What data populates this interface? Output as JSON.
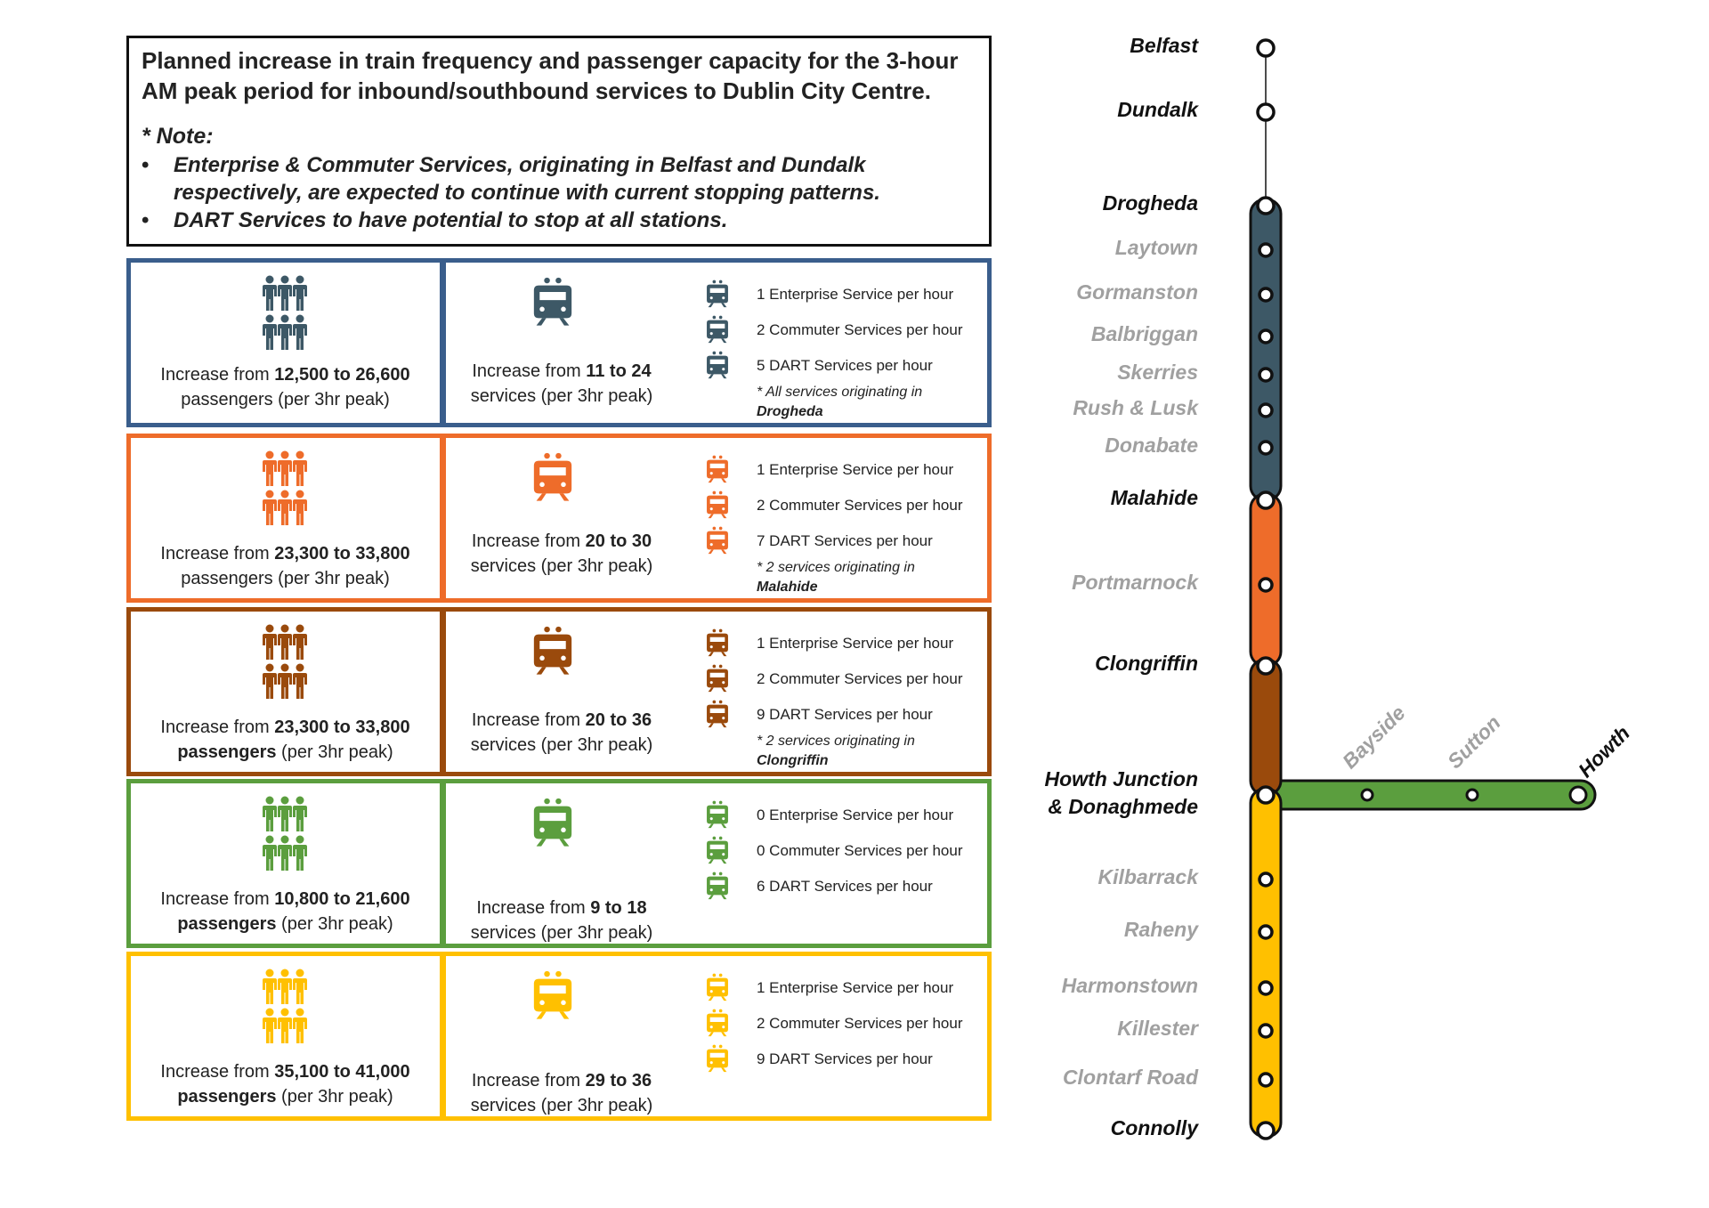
{
  "title": "Planned increase in train frequency and passenger capacity for the 3-hour AM peak period for inbound/southbound services to Dublin City Centre.",
  "note": {
    "label": "* Note:",
    "bullets": [
      "Enterprise & Commuter Services, originating in Belfast and Dundalk respectively, are expected to continue with current stopping patterns.",
      "DART Services to have potential to stop at all stations."
    ]
  },
  "colors": {
    "slate": "#3d5866",
    "blue_border": "#3a5e8c",
    "orange": "#ee6c2a",
    "brown": "#9a4a0c",
    "green": "#5b9e3e",
    "yellow": "#ffc000",
    "grey_label": "#a0a0a0"
  },
  "icons": {
    "people": "people-group-icon",
    "train": "train-icon"
  },
  "sections": [
    {
      "name": "drogheda-malahide",
      "passengers": {
        "prefix": "Increase from ",
        "from": "12,500",
        "to_word": " to ",
        "to": "26,600",
        "suffix": "passengers (per 3hr peak)"
      },
      "services": {
        "prefix": "Increase from ",
        "from": "11",
        "to_word": " to ",
        "to": "24",
        "suffix": "services (per 3hr peak)"
      },
      "lines": [
        "1 Enterprise Service per hour",
        "2 Commuter Services per hour",
        "5 DART Services per hour"
      ],
      "note_text": "* All services originating in",
      "note_place": "Drogheda"
    },
    {
      "name": "malahide-clongriffin",
      "passengers": {
        "prefix": "Increase from ",
        "from": "23,300",
        "to_word": " to ",
        "to": "33,800",
        "suffix": "passengers (per 3hr peak)"
      },
      "services": {
        "prefix": "Increase from ",
        "from": "20",
        "to_word": " to ",
        "to": "30",
        "suffix": "services (per 3hr peak)"
      },
      "lines": [
        "1 Enterprise Service per hour",
        "2 Commuter Services per hour",
        "7 DART Services per hour"
      ],
      "note_text": "* 2 services originating in",
      "note_place": "Malahide"
    },
    {
      "name": "clongriffin-howth-junction",
      "passengers": {
        "prefix": "Increase from ",
        "from": "23,300",
        "to_word": " to ",
        "to": "33,800",
        "suffix_bold": "passengers",
        "suffix": " (per 3hr peak)"
      },
      "services": {
        "prefix": "Increase from ",
        "from": "20",
        "to_word": " to ",
        "to": "36",
        "suffix": "services (per 3hr peak)"
      },
      "lines": [
        "1 Enterprise Service per hour",
        "2 Commuter Services per hour",
        "9 DART Services per hour"
      ],
      "note_text": "* 2 services  originating in",
      "note_place": "Clongriffin"
    },
    {
      "name": "howth-branch",
      "passengers": {
        "prefix": "Increase from ",
        "from": "10,800",
        "to_word": " to ",
        "to": "21,600",
        "suffix_bold": "passengers",
        "suffix": " (per 3hr peak)"
      },
      "services": {
        "prefix": "Increase from ",
        "from": "9",
        "to_word": " to ",
        "to": "18",
        "suffix": "services (per 3hr peak)"
      },
      "lines": [
        "0 Enterprise Service per hour",
        "0 Commuter Services per hour",
        "6 DART Services per hour"
      ],
      "note_text": "",
      "note_place": ""
    },
    {
      "name": "howth-junction-connolly",
      "passengers": {
        "prefix": "Increase from ",
        "from": "35,100",
        "to_word": " to ",
        "to": "41,000",
        "suffix_bold": "passengers",
        "suffix": " (per 3hr peak)"
      },
      "services": {
        "prefix": "Increase from ",
        "from": "29",
        "to_word": " to ",
        "to": "36",
        "suffix": "services (per 3hr peak)"
      },
      "lines": [
        "1 Enterprise Service per hour",
        "2 Commuter Services per hour",
        "9 DART Services per hour"
      ],
      "note_text": "",
      "note_place": ""
    }
  ],
  "stations": [
    {
      "name": "Belfast",
      "major": true
    },
    {
      "name": "Dundalk",
      "major": true
    },
    {
      "name": "Drogheda",
      "major": true
    },
    {
      "name": "Laytown",
      "major": false
    },
    {
      "name": "Gormanston",
      "major": false
    },
    {
      "name": "Balbriggan",
      "major": false
    },
    {
      "name": "Skerries",
      "major": false
    },
    {
      "name": "Rush & Lusk",
      "major": false
    },
    {
      "name": "Donabate",
      "major": false
    },
    {
      "name": "Malahide",
      "major": true
    },
    {
      "name": "Portmarnock",
      "major": false
    },
    {
      "name": "Clongriffin",
      "major": true
    },
    {
      "name": "Howth Junction",
      "major": true
    },
    {
      "name": "& Donaghmede",
      "major": true
    },
    {
      "name": "Kilbarrack",
      "major": false
    },
    {
      "name": "Raheny",
      "major": false
    },
    {
      "name": "Harmonstown",
      "major": false
    },
    {
      "name": "Killester",
      "major": false
    },
    {
      "name": "Clontarf Road",
      "major": false
    },
    {
      "name": "Connolly",
      "major": true
    }
  ],
  "branch_stations": [
    {
      "name": "Bayside",
      "major": false
    },
    {
      "name": "Sutton",
      "major": false
    },
    {
      "name": "Howth",
      "major": true
    }
  ]
}
